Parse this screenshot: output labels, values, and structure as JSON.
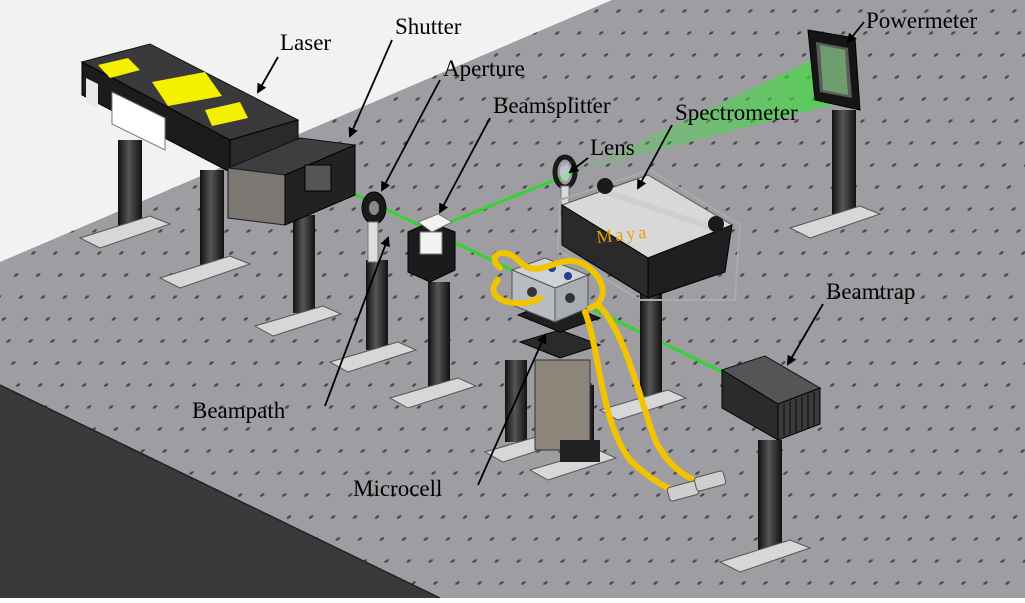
{
  "colors": {
    "table_top": "#9e9ea2",
    "table_edge": "#3a3a3d",
    "background": "#f2f2f2",
    "beam": "#2fd62f",
    "cable": "#f2c400",
    "laser_yellow": "#f4f000",
    "component_dark": "#1c1c1e",
    "component_grey": "#7b7773",
    "post": "#2a2a2c"
  },
  "labels": {
    "laser": "Laser",
    "shutter": "Shutter",
    "aperture": "Aperture",
    "beamsplitter": "Beamsplitter",
    "spectrometer": "Spectrometer",
    "lens": "Lens",
    "powermeter": "Powermeter",
    "beamtrap": "Beamtrap",
    "beampath": "Beampath",
    "microcell": "Microcell"
  },
  "component_text": {
    "spectrometer_brand": "Maya"
  }
}
